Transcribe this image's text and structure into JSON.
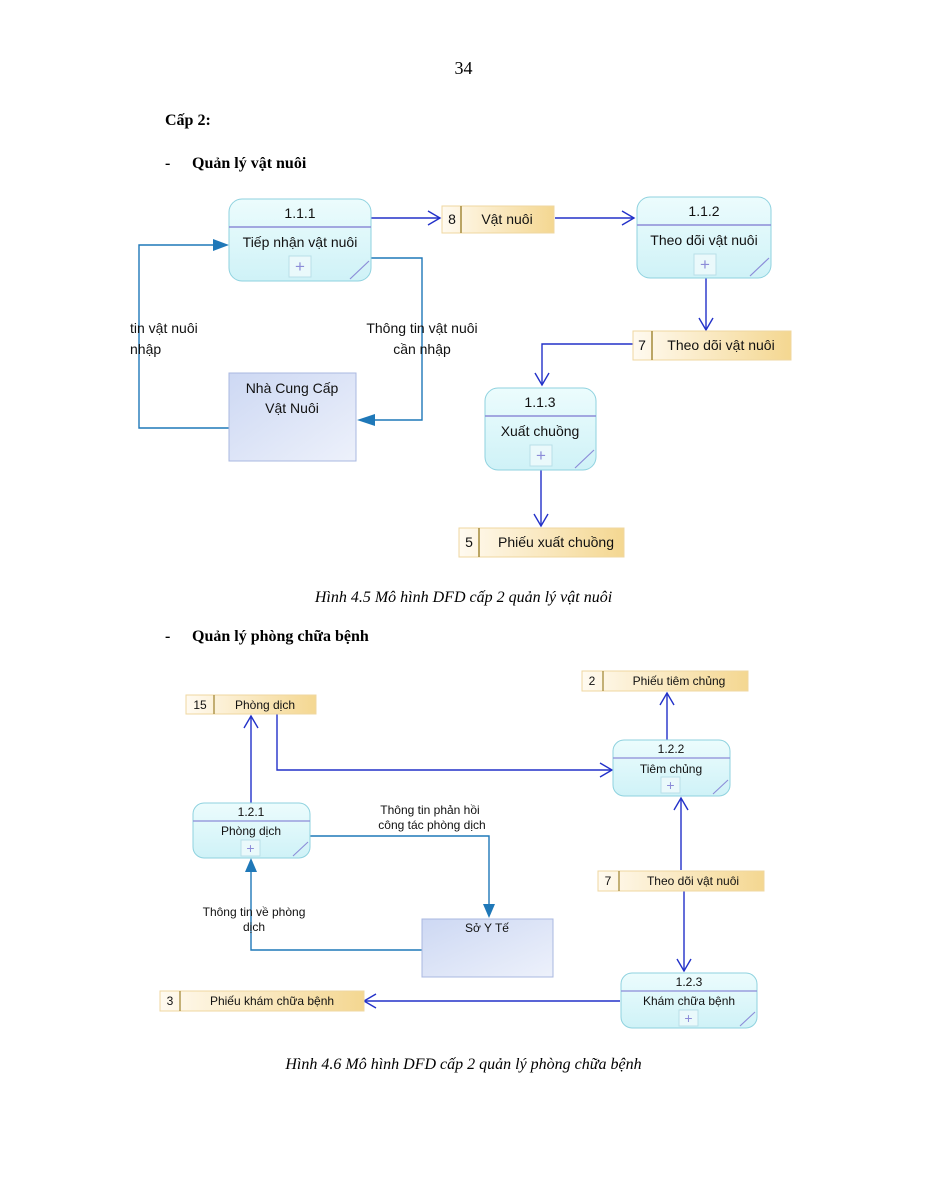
{
  "page_number": "34",
  "level_heading": "Cấp 2:",
  "section1": {
    "bullet": "-",
    "title": "Quản lý vật nuôi",
    "processes": [
      {
        "id": "1.1.1",
        "name": "Tiếp nhận vật nuôi"
      },
      {
        "id": "1.1.2",
        "name": "Theo dõi vật nuôi"
      },
      {
        "id": "1.1.3",
        "name": "Xuất chuồng"
      }
    ],
    "stores": [
      {
        "num": "8",
        "name": "Vật nuôi"
      },
      {
        "num": "7",
        "name": "Theo dõi vật nuôi"
      },
      {
        "num": "5",
        "name": "Phiếu xuất chuồng"
      }
    ],
    "entity": {
      "line1": "Nhà Cung Cấp",
      "line2": "Vật Nuôi"
    },
    "flow_left": {
      "line1": "tin vật nuôi",
      "line2": "nhập"
    },
    "flow_right": {
      "line1": "Thông tin vật nuôi",
      "line2": "cần nhập"
    },
    "caption": "Hình 4.5   Mô hình DFD cấp 2 quản lý vật nuôi"
  },
  "section2": {
    "bullet": "-",
    "title": "Quản lý phòng chữa bệnh",
    "processes": [
      {
        "id": "1.2.1",
        "name": "Phòng dịch"
      },
      {
        "id": "1.2.2",
        "name": "Tiêm chủng"
      },
      {
        "id": "1.2.3",
        "name": "Khám chữa bệnh"
      }
    ],
    "stores": [
      {
        "num": "15",
        "name": "Phòng dịch"
      },
      {
        "num": "2",
        "name": "Phiếu tiêm chủng"
      },
      {
        "num": "7",
        "name": "Theo dõi vật nuôi"
      },
      {
        "num": "3",
        "name": "Phiếu khám chữa bệnh"
      }
    ],
    "entity": {
      "name": "Sở Y Tế"
    },
    "flow_feedback": {
      "line1": "Thông tin phản hồi",
      "line2": "công tác phòng dịch"
    },
    "flow_info": {
      "line1": "Thông tin về phòng",
      "line2": "dịch"
    },
    "caption": "Hình 4.6   Mô hình DFD cấp 2 quản lý phòng chữa bệnh"
  },
  "colors": {
    "process_fill": "#dff8fb",
    "process_border": "#7fc8d6",
    "process_header_line": "#8c8cd8",
    "store_fill": "#f7dfa0",
    "entity_fill": "#dde4f6",
    "flow_blue": "#2231c9",
    "flow_teal": "#1f78b8"
  },
  "icons": [
    "plus-icon",
    "arrowhead-icon"
  ]
}
